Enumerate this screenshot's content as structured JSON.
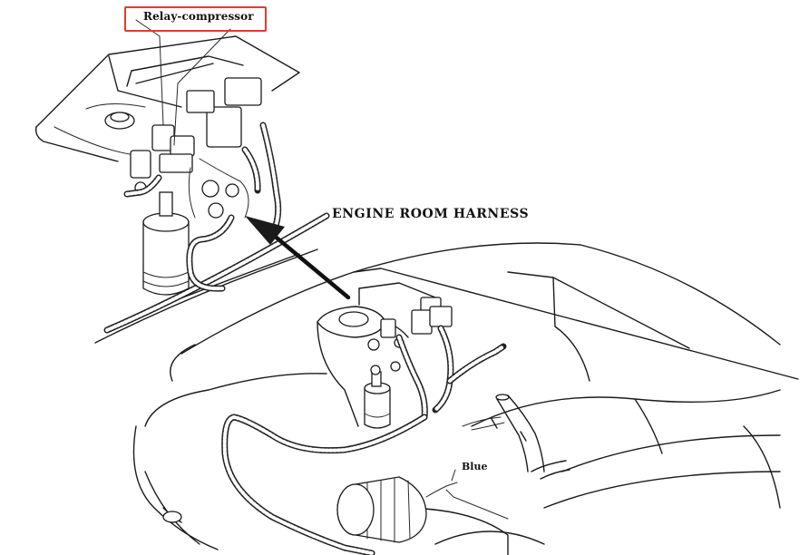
{
  "labels": {
    "relay_compressor": "Relay-compressor",
    "engine_room_harness": "ENGINE ROOM HARNESS",
    "blue_wire": "Blue"
  },
  "colors": {
    "highlight": "#e23b2e",
    "ink": "#1b1b1b",
    "paper": "#ffffff"
  }
}
